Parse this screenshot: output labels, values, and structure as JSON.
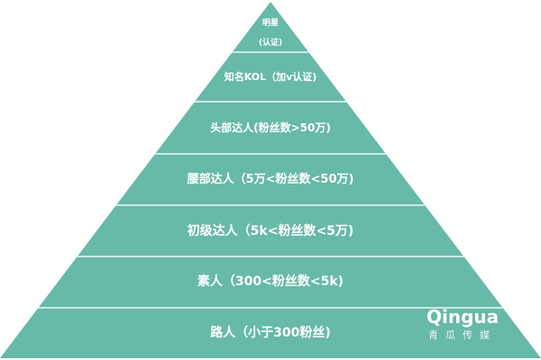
{
  "diagram": {
    "type": "pyramid",
    "colors": {
      "fill": "#67B9A8",
      "divider": "#C8EBE3",
      "text": "#ffffff",
      "background": "#ffffff"
    },
    "tiers": [
      {
        "label_line1": "明星",
        "label_line2": "(认证)"
      },
      {
        "label": "知名KOL（加v认证)"
      },
      {
        "label": "头部达人(粉丝数>50万)"
      },
      {
        "label": "腰部达人（5万<粉丝数<50万)"
      },
      {
        "label": "初级达人（5k<粉丝数<5万)"
      },
      {
        "label": "素人（300<粉丝数<5k)"
      },
      {
        "label": "路人（小于300粉丝)"
      }
    ]
  },
  "watermark": {
    "latin": "Qingua",
    "chinese": "青瓜传媒"
  }
}
